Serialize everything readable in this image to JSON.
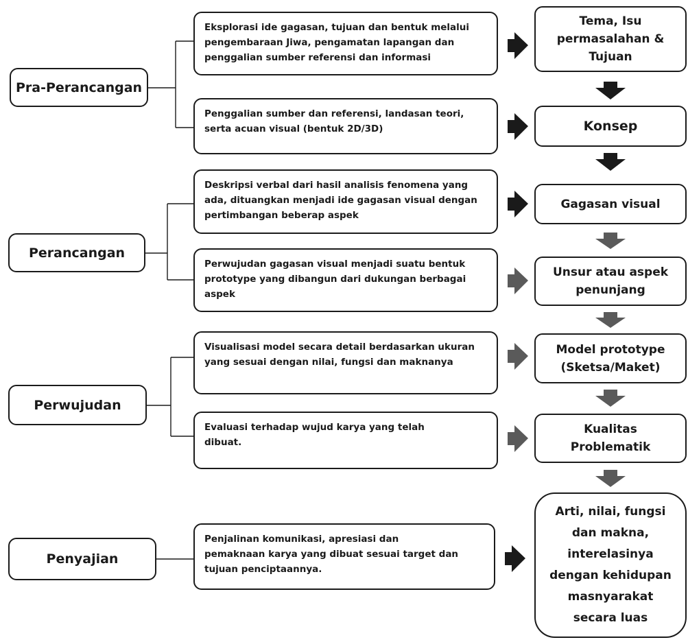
{
  "phases": [
    {
      "label": "Pra-Perancangan"
    },
    {
      "label": "Perancangan"
    },
    {
      "label": "Perwujudan"
    },
    {
      "label": "Penyajian"
    }
  ],
  "steps": [
    {
      "text": "Eksplorasi ide gagasan, tujuan dan bentuk melalui\npengembaraan Jiwa, pengamatan lapangan dan\npenggalian sumber referensi dan informasi"
    },
    {
      "text": "Penggalian sumber dan referensi, landasan teori,\nserta acuan visual (bentuk 2D/3D)"
    },
    {
      "text": "Deskripsi verbal dari hasil analisis fenomena yang\nada, dituangkan menjadi ide gagasan visual  dengan\npertimbangan beberap aspek"
    },
    {
      "text": "Perwujudan gagasan visual menjadi suatu bentuk\nprototype yang dibangun dari dukungan berbagai\naspek"
    },
    {
      "text": " Visualisasi model secara detail berdasarkan ukuran\nyang sesuai dengan nilai, fungsi dan maknanya"
    },
    {
      "text": "Evaluasi terhadap wujud karya yang telah\ndibuat."
    },
    {
      "text": "Penjalinan komunikasi, apresiasi dan\npemaknaan karya yang dibuat  sesuai target dan\ntujuan penciptaannya."
    }
  ],
  "outputs": [
    {
      "text": "Tema, Isu\npermasalahan &\nTujuan"
    },
    {
      "text": "Konsep"
    },
    {
      "text": "Gagasan visual"
    },
    {
      "text": "Unsur atau aspek\npenunjang"
    },
    {
      "text": "Model prototype\n(Sketsa/Maket)"
    },
    {
      "text": "Kualitas\nProblematik"
    },
    {
      "text": "Arti, nilai, fungsi\ndan makna,\ninterelasinya\ndengan kehidupan\nmasnyarakat\nsecara luas"
    }
  ],
  "colors": {
    "line": "#1a1a1a",
    "arrow_dark": "#1a1a1a",
    "arrow_gray": "#5a5a5a"
  }
}
